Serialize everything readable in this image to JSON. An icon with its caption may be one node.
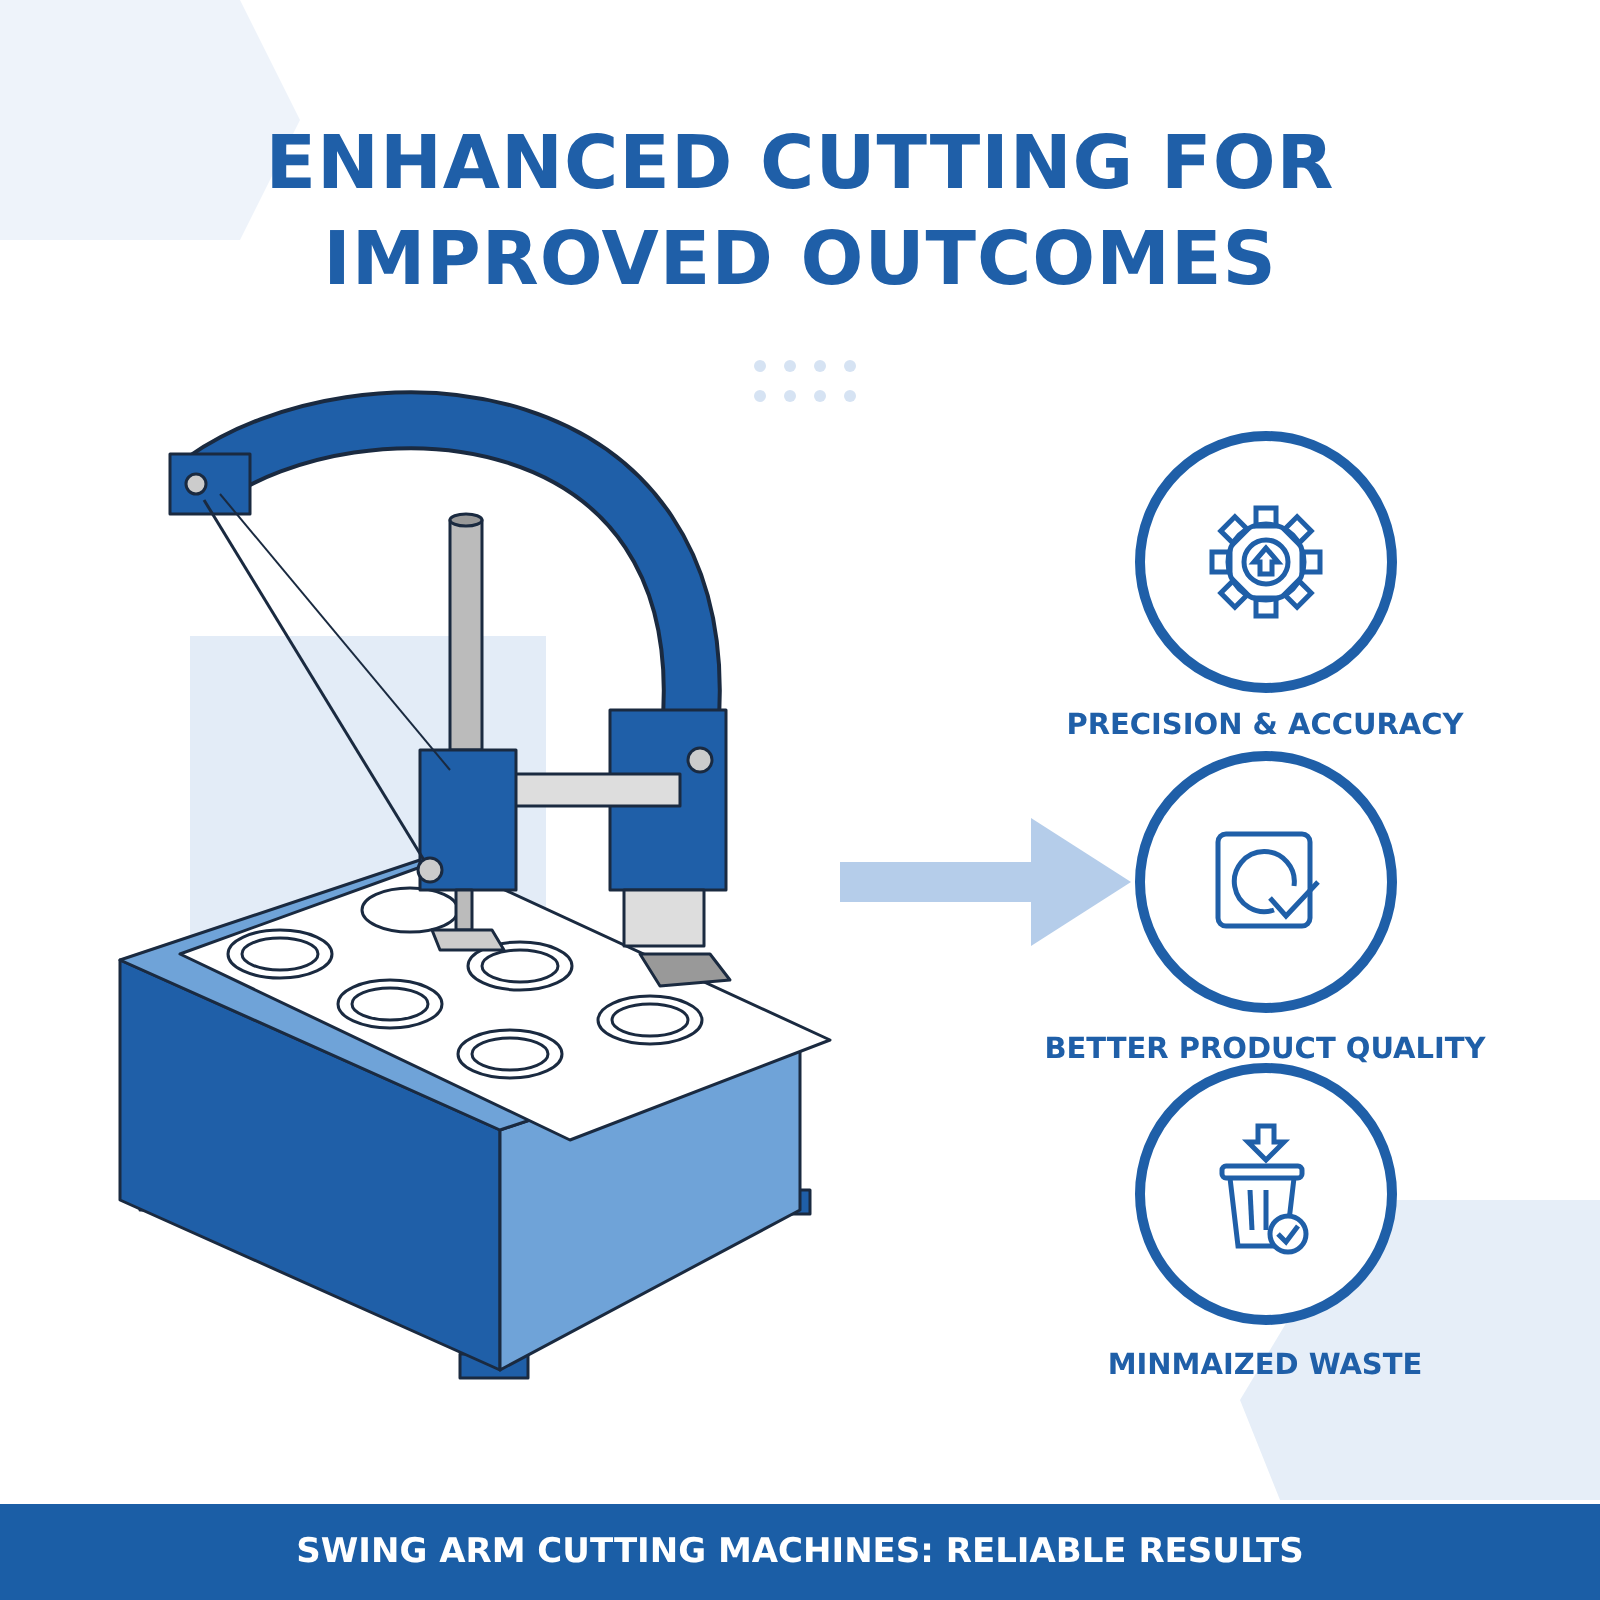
{
  "diagram": {
    "title": "ENHANCED CUTTING FOR IMPROVED OUTCOMES",
    "caption": "SWING ARM CUTTING MACHINES: RELIABLE RESULTS",
    "nodes": [
      {
        "text": [],
        "shape": "picture"
      },
      {
        "text": [
          "PRECISION & ACCURACY"
        ]
      },
      {
        "text": [
          "BETTER PRODUCT QUALITY"
        ]
      },
      {
        "text": [
          "MINMAIZED WASTE"
        ]
      }
    ],
    "edges": [
      {
        "from": 0,
        "to": 2,
        "arrow": "to"
      }
    ]
  }
}
